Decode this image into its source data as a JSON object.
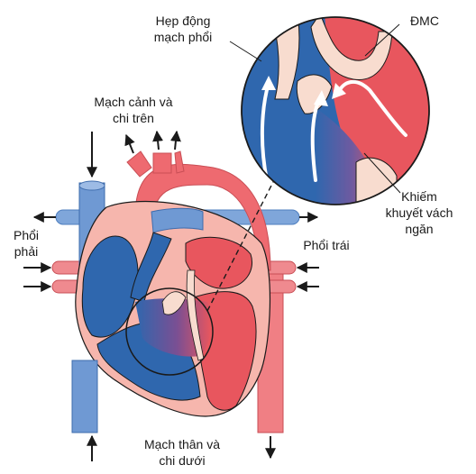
{
  "labels": {
    "pulmonary_stenosis": "Hẹp động\nmạch phổi",
    "aorta": "ĐMC",
    "carotid_upper": "Mạch cảnh và\nchi trên",
    "right_lung": "Phổi\nphải",
    "left_lung": "Phổi trái",
    "vsd": "Khiếm\nkhuyết vách\nngăn",
    "body_lower": "Mạch thân và\nchi dưới"
  },
  "colors": {
    "oxygenated_red": "#e8565e",
    "light_red": "#f29a9f",
    "deoxygenated_blue": "#2f67ae",
    "light_blue": "#8fb3e0",
    "myocardium_pink": "#f6b6ad",
    "wall_cream": "#f8dccf",
    "outline": "#1a1a1a"
  },
  "icons": [
    "arrow-icon",
    "magnifier-circle"
  ]
}
